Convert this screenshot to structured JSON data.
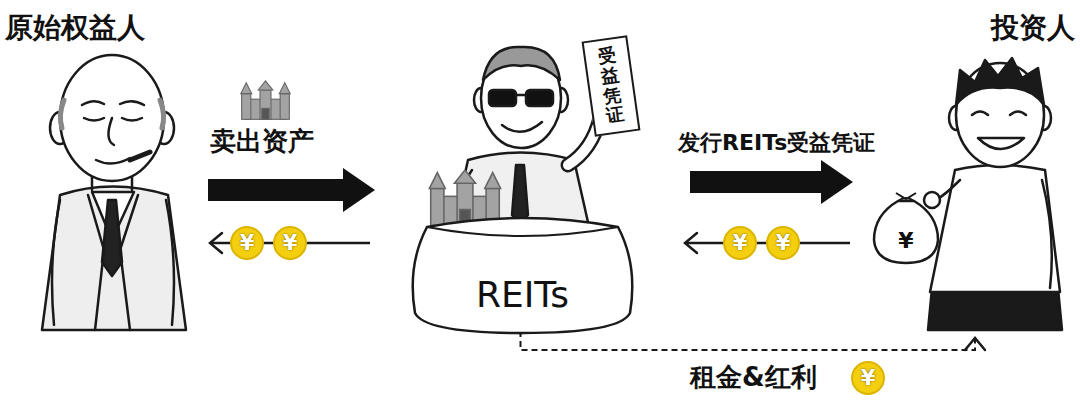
{
  "diagram": {
    "nodes": [
      {
        "text": [
          "原始权益人"
        ]
      },
      {
        "text": [
          "REITs"
        ]
      },
      {
        "text": [
          "受益凭证"
        ]
      },
      {
        "text": [
          "投资人"
        ]
      },
      {
        "text": [
          "¥"
        ]
      },
      {
        "text": [
          "¥"
        ]
      },
      {
        "text": [
          "¥"
        ]
      },
      {
        "text": [
          "¥"
        ]
      },
      {
        "text": [
          "¥"
        ]
      },
      {
        "text": [
          "¥"
        ]
      }
    ],
    "edges": [
      {
        "from": 0,
        "to": 1,
        "label": "卖出资产",
        "arrow": "to"
      },
      {
        "from": 1,
        "to": 0,
        "arrow": "to"
      },
      {
        "from": 1,
        "to": 3,
        "label": "发行REITs受益凭证",
        "arrow": "to"
      },
      {
        "from": 3,
        "to": 1,
        "arrow": "to"
      },
      {
        "from": 1,
        "to": 3,
        "label": "租金&红利",
        "arrow": "to"
      }
    ]
  }
}
